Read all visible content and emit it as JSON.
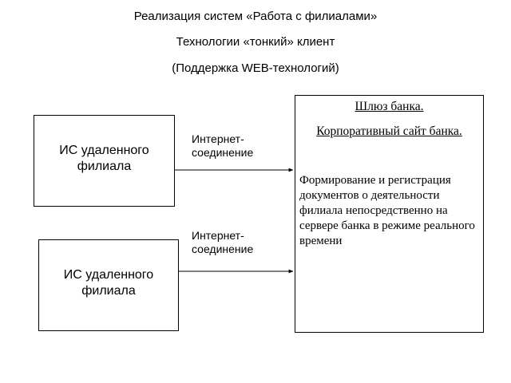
{
  "title": {
    "line1": "Реализация систем «Работа с филиалами»",
    "line2": "Технологии «тонкий» клиент",
    "line3": "(Поддержка WEB-технологий)"
  },
  "branch_top": {
    "label": "ИС удаленного филиала"
  },
  "branch_bottom": {
    "label": "ИС удаленного филиала"
  },
  "connection_top": {
    "label": "Интернет-соединение"
  },
  "connection_bottom": {
    "label": "Интернет-соединение"
  },
  "server": {
    "heading1": "Шлюз банка.",
    "heading2": " Корпоративный сайт банка.",
    "description": "Формирование и регистрация документов о деятельности филиала непосредственно на сервере банка в режиме реального времени"
  }
}
